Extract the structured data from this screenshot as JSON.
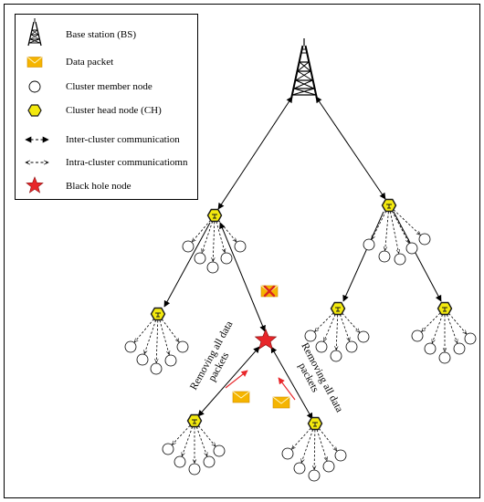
{
  "legend": {
    "items": [
      {
        "icon": "tower-icon",
        "label": "Base station (BS)"
      },
      {
        "icon": "envelope-icon",
        "label": "Data packet"
      },
      {
        "icon": "member-node-icon",
        "label": "Cluster member node"
      },
      {
        "icon": "cluster-head-icon",
        "label": "Cluster head node (CH)"
      },
      {
        "icon": "inter-cluster-arrow-icon",
        "label": "Inter-cluster communication"
      },
      {
        "icon": "intra-cluster-arrow-icon",
        "label": "Intra-cluster communicatiomn"
      },
      {
        "icon": "black-hole-star-icon",
        "label": "Black hole node"
      }
    ]
  },
  "annotations": {
    "left_removing": [
      "Removing all data",
      "packets"
    ],
    "right_removing": [
      "Removing all data",
      "packets"
    ]
  },
  "colors": {
    "cluster_head_fill": "#f3e90e",
    "cluster_head_stroke": "#1a1a1a",
    "envelope_fill": "#f5b400",
    "black_hole_fill": "#e8262a",
    "red_arrow": "#e8262a",
    "dropped_x": "#d9261c"
  }
}
